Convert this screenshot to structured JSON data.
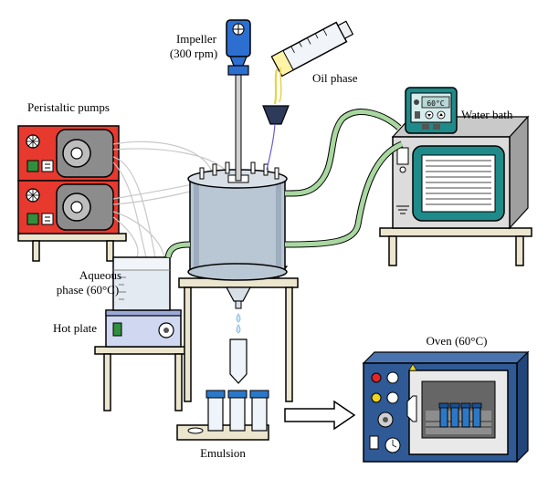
{
  "labels": {
    "impeller": "Impeller",
    "impeller_speed": "(300 rpm)",
    "oil_phase": "Oil phase",
    "peristaltic_pumps": "Peristaltic pumps",
    "water_bath": "Water bath",
    "aqueous_phase": "Aqueous",
    "aqueous_temp": "phase (60°C)",
    "hot_plate": "Hot plate",
    "oven": "Oven (60°C)",
    "emulsion": "Emulsion"
  },
  "water_bath_display": "60°C",
  "colors": {
    "pump_red": "#e8392f",
    "pump_gray": "#8c8c8c",
    "bath_teal": "#1f8a8a",
    "oven_blue": "#2f5a96",
    "impeller_blue": "#2c6fd0",
    "tube_blue": "#2b78c8",
    "hose_green": "#a8d8a0",
    "vessel_gray": "#b9c6d3",
    "table_beige": "#ece6cf"
  }
}
